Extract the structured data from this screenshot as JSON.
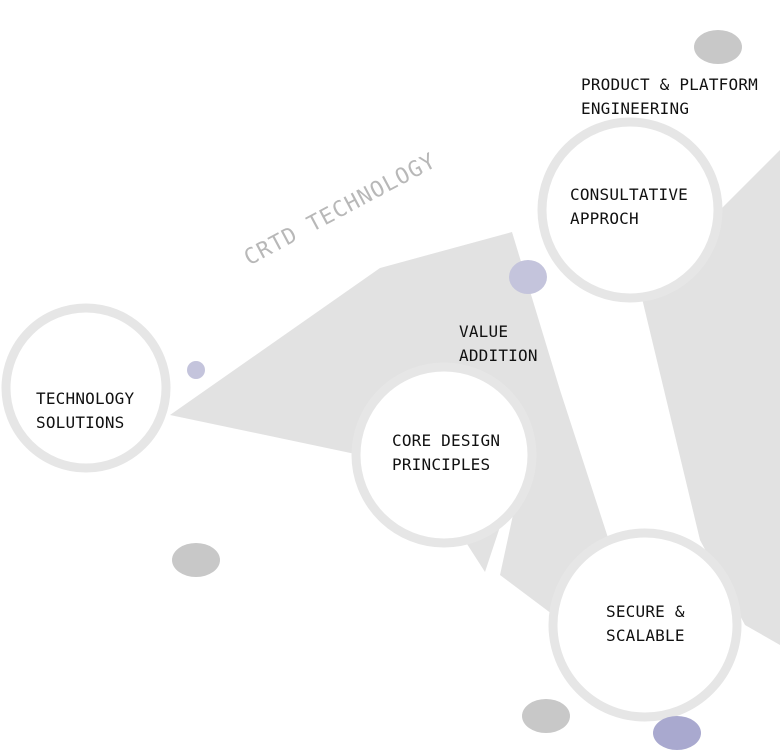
{
  "brand": "CRTD TECHNOLOGY",
  "nodes": {
    "technology_solutions": {
      "line1": "TECHNOLOGY",
      "line2": "SOLUTIONS"
    },
    "core_design": {
      "line1": "CORE DESIGN",
      "line2": "PRINCIPLES"
    },
    "consultative": {
      "line1": "CONSULTATIVE",
      "line2": "APPROCH"
    },
    "secure": {
      "line1": "SECURE &",
      "line2": "SCALABLE"
    }
  },
  "labels": {
    "value_addition": {
      "line1": "VALUE",
      "line2": "ADDITION"
    },
    "product_platform": {
      "line1": "PRODUCT & PLATFORM",
      "line2": "ENGINEERING"
    }
  },
  "colors": {
    "band": "#e2e2e2",
    "ring": "#e6e6e6",
    "dot_gray": "#c8c8c8",
    "dot_lavender": "#c4c4dc",
    "dot_purple": "#a9a9cf",
    "brand_text": "#b8b8b8"
  }
}
